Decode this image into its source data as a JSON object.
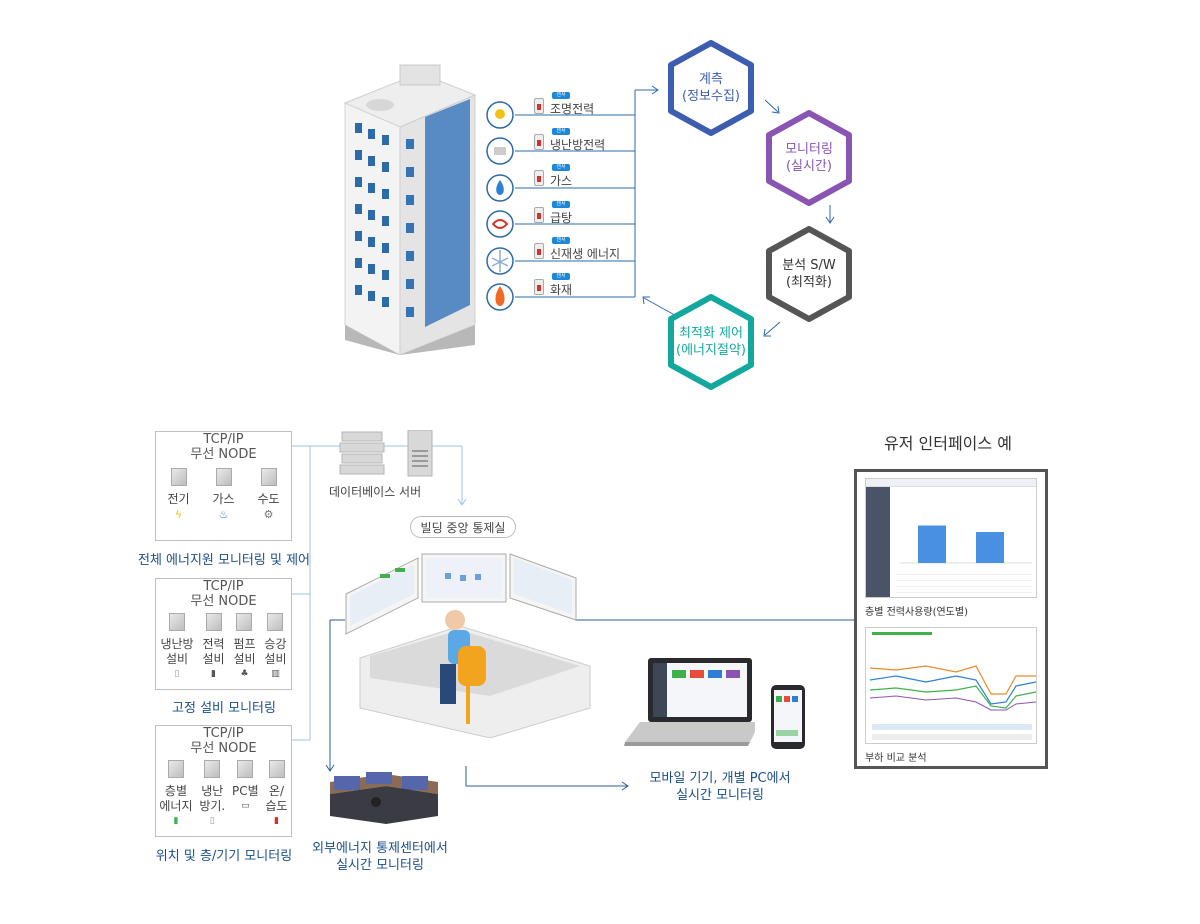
{
  "sensors": [
    {
      "tag": "센서",
      "label": "조명전력"
    },
    {
      "tag": "센서",
      "label": "냉난방전력"
    },
    {
      "tag": "센서",
      "label": "가스"
    },
    {
      "tag": "센서",
      "label": "급탕"
    },
    {
      "tag": "센서",
      "label": "신재생 에너지"
    },
    {
      "tag": "센서",
      "label": "화재"
    }
  ],
  "cycle": [
    {
      "line1": "계측",
      "line2": "(정보수집)",
      "color": "#3d5db0"
    },
    {
      "line1": "모니터링",
      "line2": "(실시간)",
      "color": "#8a54b3"
    },
    {
      "line1": "분석 S/W",
      "line2": "(최적화)",
      "color": "#555555"
    },
    {
      "line1": "최적화 제어",
      "line2": "(에너지절약)",
      "color": "#13a89e"
    }
  ],
  "nodes": [
    {
      "title1": "TCP/IP",
      "title2": "무선 NODE",
      "caption": "전체 에너지원 모니터링 및 제어",
      "devices": [
        {
          "label": "전기",
          "icon": "lightning-icon"
        },
        {
          "label": "가스",
          "icon": "flame-icon"
        },
        {
          "label": "수도",
          "icon": "faucet-icon"
        }
      ]
    },
    {
      "title1": "TCP/IP",
      "title2": "무선 NODE",
      "caption": "고정 설비 모니터링",
      "devices": [
        {
          "label": "냉난방\n설비",
          "icon": "aircon-icon"
        },
        {
          "label": "전력\n설비",
          "icon": "power-icon"
        },
        {
          "label": "펌프\n설비",
          "icon": "pump-icon"
        },
        {
          "label": "승강\n설비",
          "icon": "elevator-icon"
        }
      ]
    },
    {
      "title1": "TCP/IP",
      "title2": "무선 NODE",
      "caption": "위치 및 층/기기 모니터링",
      "devices": [
        {
          "label": "층별\n에너지",
          "icon": "battery-icon"
        },
        {
          "label": "냉난\n방기.",
          "icon": "aircon-icon"
        },
        {
          "label": "PC별",
          "icon": "laptop-icon"
        },
        {
          "label": "온/\n습도",
          "icon": "thermometer-icon"
        }
      ]
    }
  ],
  "db_server": "데이터베이스 서버",
  "control_room": "빌딩 중앙 통제실",
  "external_center": "외부에너지 통제센터에서\n실시간 모니터링",
  "mobile": "모바일 기기, 개별 PC에서\n실시간 모니터링",
  "ui_example": {
    "title": "유저 인터페이스 예",
    "screen1_caption": "층별 전력사용량(연도별)",
    "screen2_caption": "부하 비교 분석",
    "screen1_chart": {
      "type": "bar",
      "values": [
        0.75,
        0.62
      ]
    }
  }
}
